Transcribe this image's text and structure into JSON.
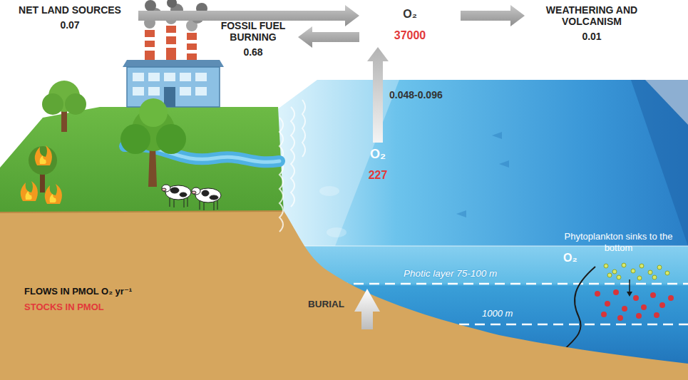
{
  "diagram": {
    "nodes": [
      {
        "text": [
          "NET LAND SOURCES",
          "0.07"
        ]
      },
      {
        "text": [
          "O₂",
          "37000"
        ]
      },
      {
        "text": [
          "FOSSIL FUEL BURNING",
          "0.68"
        ]
      },
      {
        "text": [
          "WEATHERING AND VOLCANISM",
          "0.01"
        ]
      },
      {
        "text": [
          "O₂",
          "227"
        ]
      }
    ],
    "edges": [
      {
        "from": 0,
        "to": 1,
        "arrow": "to"
      },
      {
        "from": 1,
        "to": 2,
        "arrow": "to"
      },
      {
        "from": 1,
        "to": 3,
        "arrow": "to"
      },
      {
        "from": 4,
        "to": 1,
        "label": "0.048-0.096",
        "arrow": "to"
      }
    ],
    "labels": [
      "Phytoplankton sinks to the bottom",
      "O₂",
      "Photic layer 75-100 m",
      "1000 m",
      "BURIAL",
      "FLOWS IN PMOL O₂ yr⁻¹",
      "STOCKS IN PMOL"
    ]
  }
}
